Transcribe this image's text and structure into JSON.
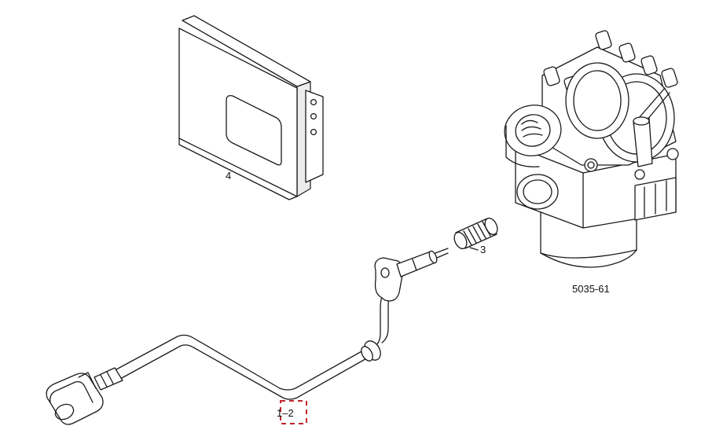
{
  "labels": {
    "ecu": "4",
    "sensor_sleeve": "3",
    "sensor_harness": "1–2",
    "reference": "5035-61"
  },
  "colors": {
    "line": "#1a1a1a",
    "highlight_box": "#c0262d"
  }
}
